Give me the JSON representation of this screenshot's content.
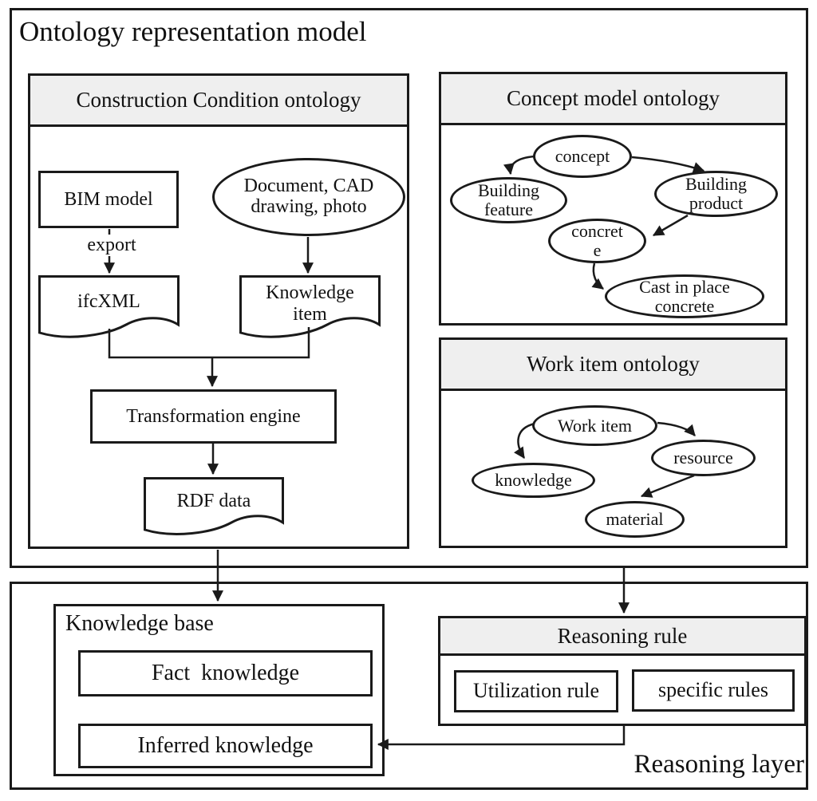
{
  "title": "Ontology representation model",
  "colors": {
    "header_bg": "#efefef",
    "line": "#1a1a1a",
    "background": "#ffffff"
  },
  "construction": {
    "header": "Construction Condition ontology",
    "nodes": {
      "bim": "BIM model",
      "source": "Document, CAD\ndrawing, photo",
      "export_label": "export",
      "ifcxml": "ifcXML",
      "knowledge_item": "Knowledge\nitem",
      "engine": "Transformation engine",
      "rdf": "RDF data"
    }
  },
  "concept_model": {
    "header": "Concept model ontology",
    "nodes": {
      "concept": "concept",
      "building_feature": "Building\nfeature",
      "building_product": "Building\nproduct",
      "concrete": "concret\ne",
      "cast_in_place": "Cast in place\nconcrete"
    }
  },
  "work_item": {
    "header": "Work item ontology",
    "nodes": {
      "work_item": "Work item",
      "knowledge": "knowledge",
      "resource": "resource",
      "material": "material"
    }
  },
  "reasoning": {
    "layer_label": "Reasoning layer",
    "knowledge_base": {
      "title": "Knowledge base",
      "fact": "Fact  knowledge",
      "inferred": "Inferred knowledge"
    },
    "rule": {
      "header": "Reasoning rule",
      "utilization": "Utilization rule",
      "specific": "specific rules"
    }
  }
}
